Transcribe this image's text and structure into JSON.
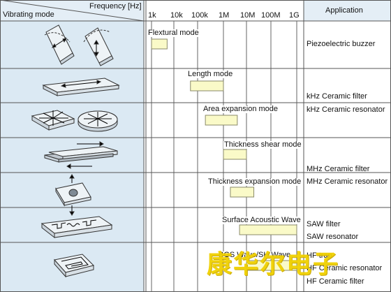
{
  "header": {
    "axis_label": "Frequency [Hz]",
    "row_label": "Vibrating mode",
    "app_label": "Application"
  },
  "ticks": [
    "1k",
    "10k",
    "100k",
    "1M",
    "10M",
    "100M",
    "1G"
  ],
  "modes": [
    {
      "label": "Flextural mode",
      "range": [
        "1k",
        "5k"
      ]
    },
    {
      "label": "Length mode",
      "range": [
        "50k",
        "1M"
      ]
    },
    {
      "label": "Area expansion mode",
      "range": [
        "200k",
        "4M"
      ]
    },
    {
      "label": "Thickness shear mode",
      "range": [
        "1M",
        "10M"
      ]
    },
    {
      "label": "Thickness expansion mode",
      "range": [
        "2M",
        "20M"
      ]
    },
    {
      "label": "Surface Acoustic Wave",
      "range": [
        "5M",
        "1G"
      ]
    },
    {
      "label": "BGS Wave/SH Wave",
      "range": [
        "10M",
        "1G"
      ]
    }
  ],
  "applications": [
    "Piezoelectric buzzer",
    "kHz Ceramic filter",
    "kHz Ceramic resonator",
    "MHz Ceramic filter",
    "MHz Ceramic resonator",
    "SAW filter",
    "SAW resonator",
    "HF trap",
    "HF Ceramic resonator",
    "HF Ceramic filter"
  ],
  "watermark": "康华尔电子",
  "colors": {
    "bar_fill": "#fafac8",
    "bar_stroke": "#8a8a6a",
    "left_bg": "#dbe9f3",
    "header_bg": "#e4eef6",
    "grid": "#555555",
    "watermark": "#f0d000"
  },
  "icons": [
    "flexural-twin-bars-icon",
    "length-plate-icon",
    "area-expansion-plates-icon",
    "thickness-shear-plate-icon",
    "thickness-expansion-plate-icon",
    "saw-substrate-icon",
    "bgs-spiral-chip-icon"
  ]
}
